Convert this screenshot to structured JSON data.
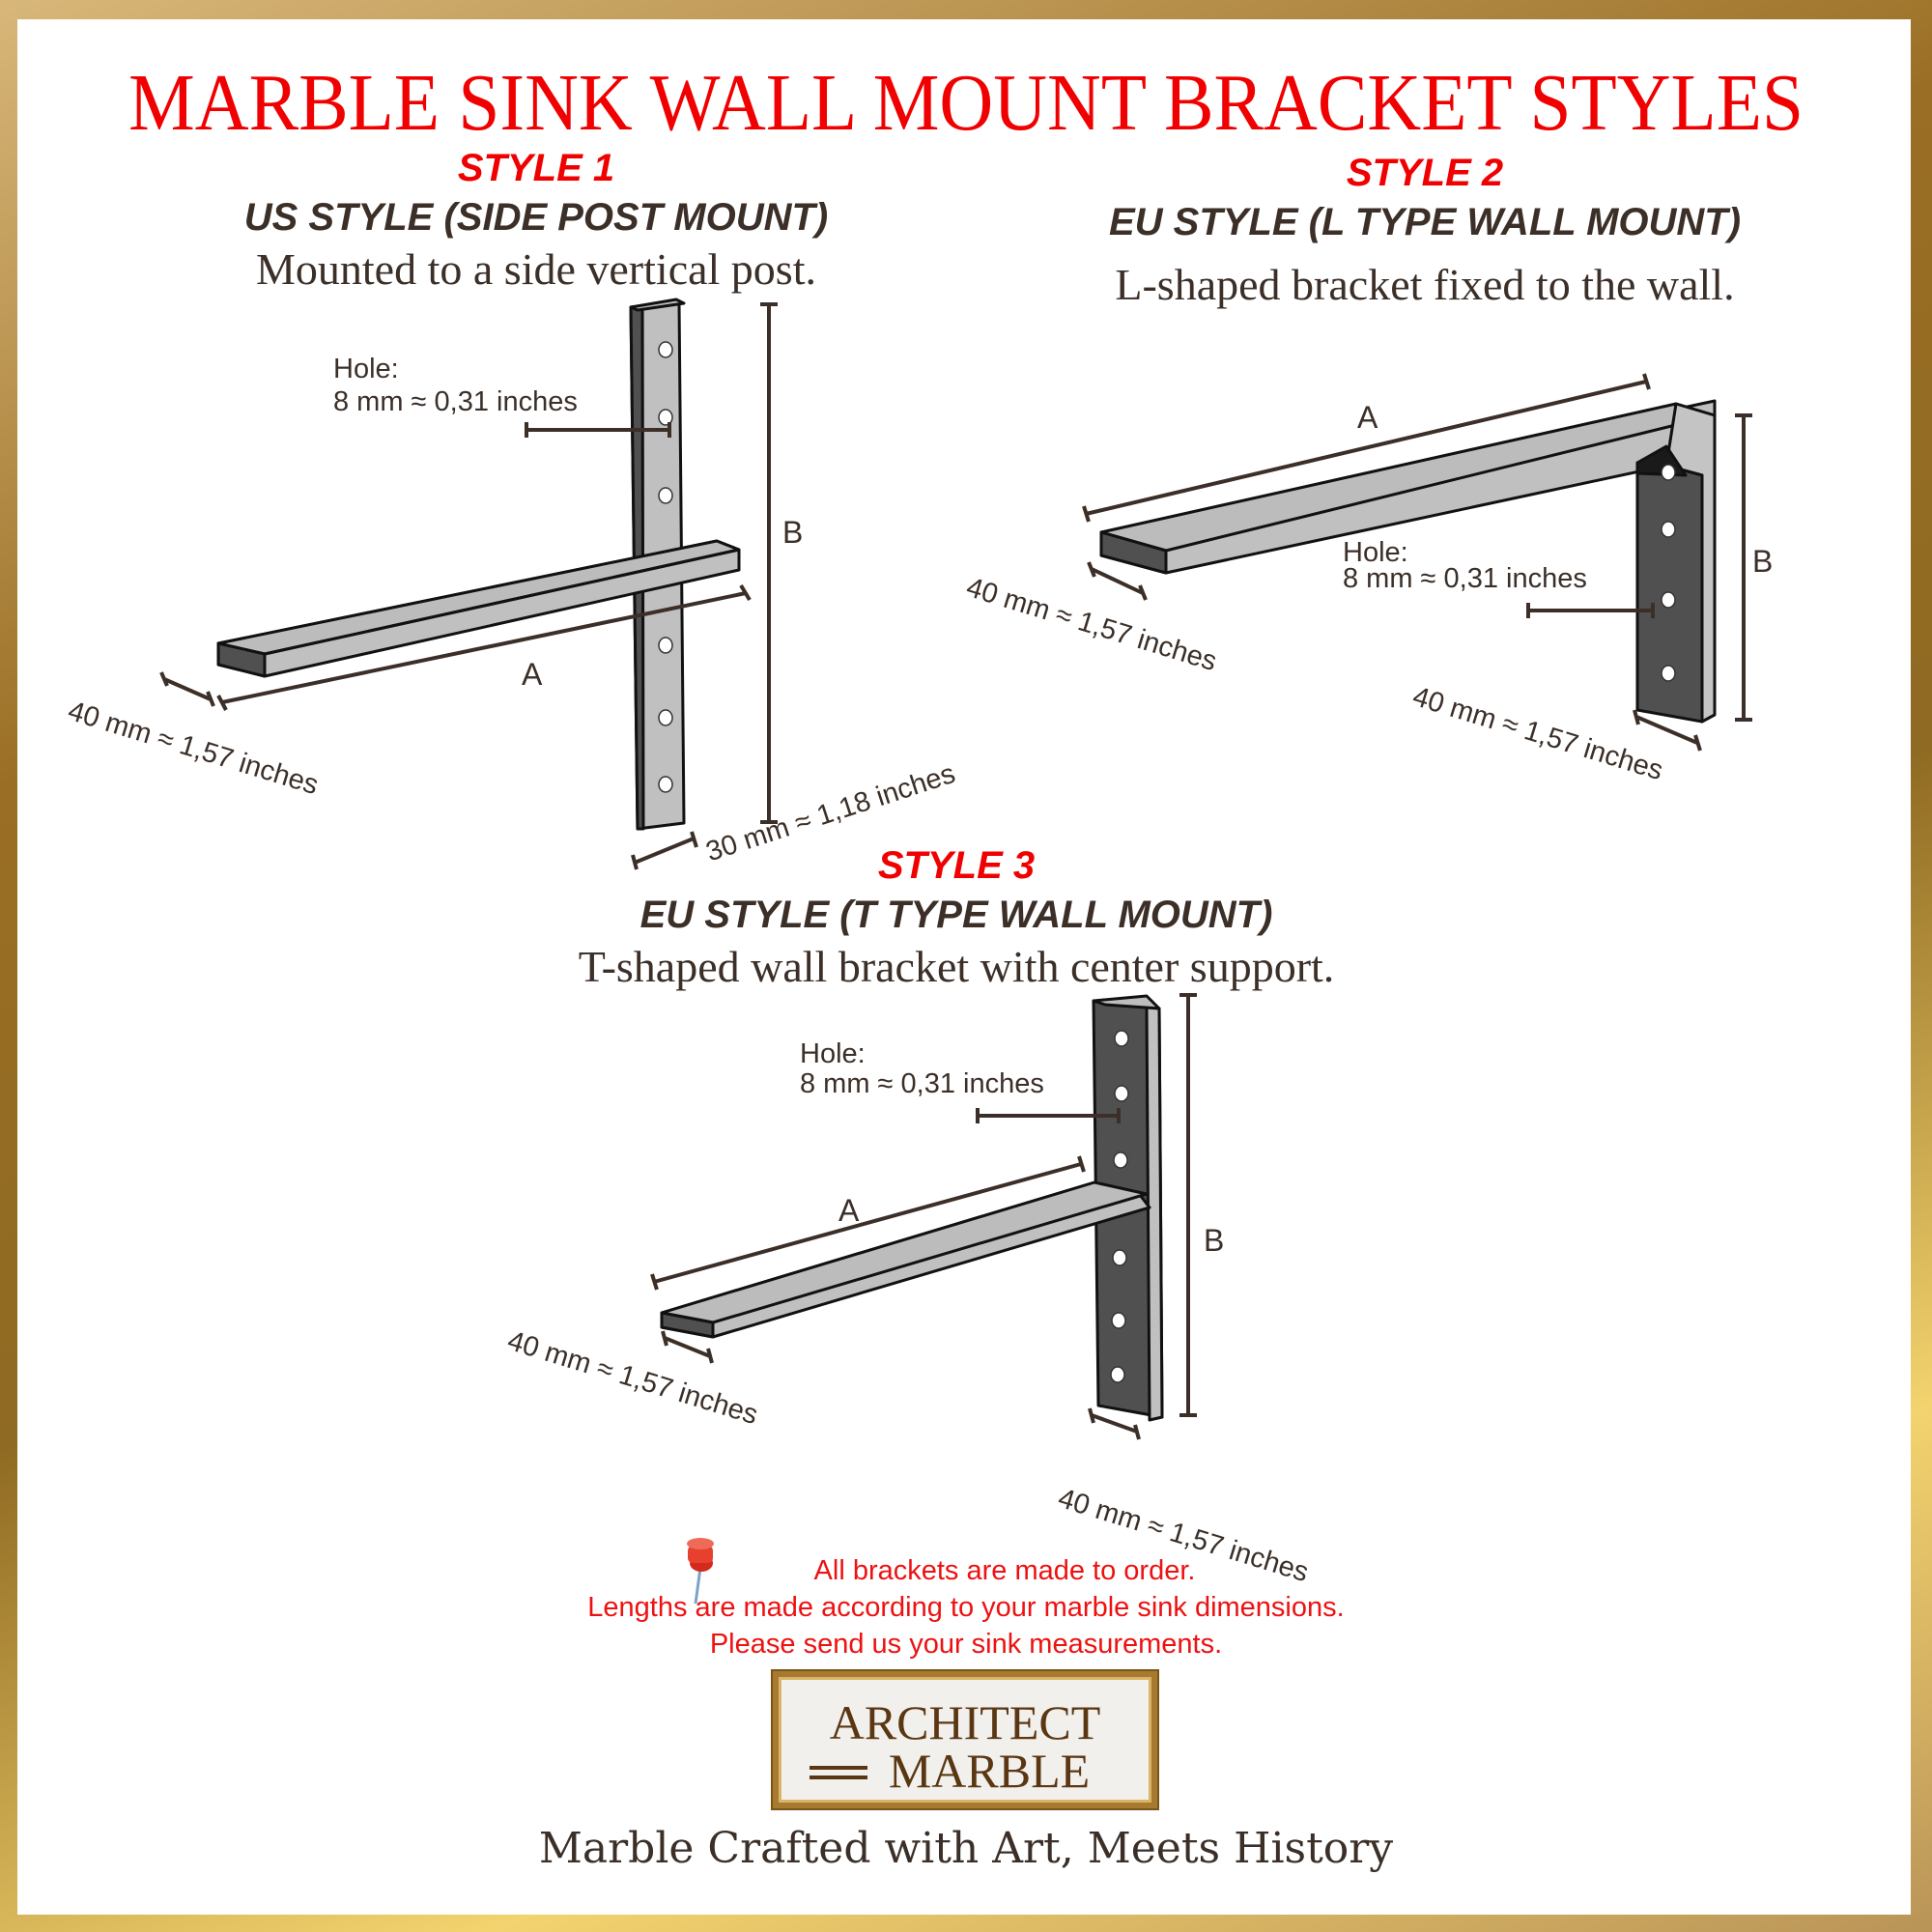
{
  "page": {
    "title": "MARBLE SINK WALL MOUNT BRACKET STYLES",
    "colors": {
      "accent_red": "#f00000",
      "text_dark": "#3b2f28",
      "frame_gold": "#a87a30",
      "bracket_light": "#c0c0c0",
      "bracket_dark": "#505050"
    }
  },
  "styles": [
    {
      "number": "STYLE 1",
      "name": "US STYLE (SIDE POST MOUNT)",
      "description": "Mounted to a side vertical post.",
      "hole_label": "Hole:",
      "hole_size": "8 mm ≈ 0,31 inches",
      "dim_a": "A",
      "dim_b": "B",
      "arm_width": "40 mm ≈ 1,57 inches",
      "post_width": "30 mm ≈ 1,18 inches"
    },
    {
      "number": "STYLE 2",
      "name": "EU STYLE (L TYPE WALL MOUNT)",
      "description": "L-shaped bracket fixed to the wall.",
      "hole_label": "Hole:",
      "hole_size": "8 mm ≈ 0,31 inches",
      "dim_a": "A",
      "dim_b": "B",
      "arm_width": "40 mm ≈ 1,57 inches",
      "post_width": "40 mm ≈ 1,57 inches"
    },
    {
      "number": "STYLE 3",
      "name": "EU STYLE (T TYPE WALL MOUNT)",
      "description": "T-shaped wall bracket with center support.",
      "hole_label": "Hole:",
      "hole_size": "8 mm ≈ 0,31 inches",
      "dim_a": "A",
      "dim_b": "B",
      "arm_width": "40 mm ≈ 1,57 inches",
      "post_width": "40 mm ≈ 1,57 inches"
    }
  ],
  "notes": {
    "icon": "pushpin-icon",
    "line1": "All brackets are made to order.",
    "line2": "Lengths are made according to your marble sink dimensions.",
    "line3": "Please send us your sink measurements."
  },
  "brand": {
    "logo_line1": "ARCHITECT",
    "logo_line2": "MARBLE",
    "tagline": "Marble Crafted with Art, Meets History"
  }
}
